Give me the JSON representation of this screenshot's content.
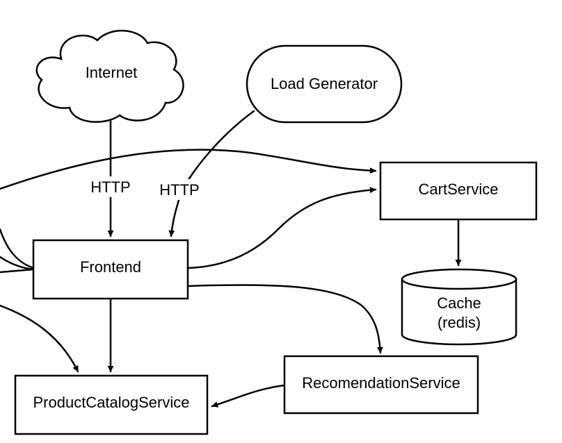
{
  "nodes": {
    "internet": "Internet",
    "load_generator": "Load Generator",
    "cart_service": "CartService",
    "frontend": "Frontend",
    "cache_line1": "Cache",
    "cache_line2": "(redis)",
    "recommendation_service": "RecomendationService",
    "product_catalog_service": "ProductCatalogService"
  },
  "edges": {
    "internet_to_frontend": "HTTP",
    "load_generator_to_frontend": "HTTP"
  },
  "colors": {
    "stroke": "#000000",
    "fill": "#ffffff"
  }
}
